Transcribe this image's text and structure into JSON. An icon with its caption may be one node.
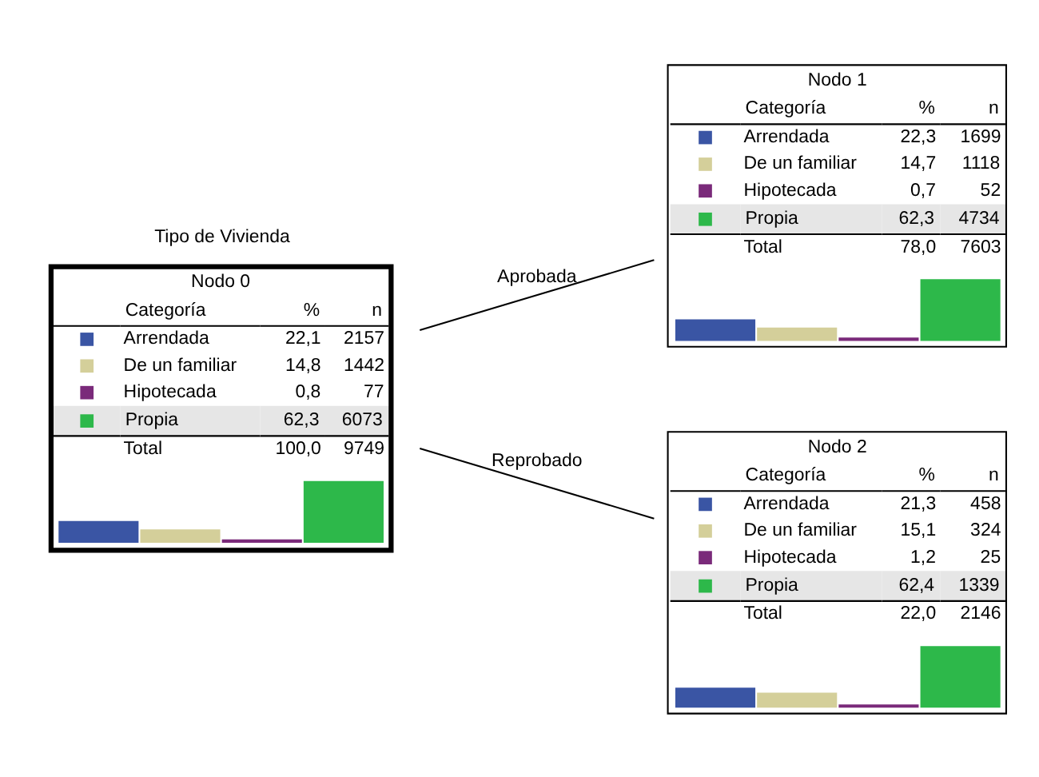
{
  "diagram": {
    "nodes": [
      {
        "text": [
          "Nodo 0",
          "Categoría",
          "%",
          "n",
          "Arrendada",
          "22,1",
          "2157",
          "De un familiar",
          "14,8",
          "1442",
          "Hipotecada",
          "0,8",
          "77",
          "Propia",
          "62,3",
          "6073",
          "Total",
          "100,0",
          "9749"
        ],
        "beside": [
          "Tipo de Vivienda"
        ]
      },
      {
        "text": [
          "Nodo 1",
          "Categoría",
          "%",
          "n",
          "Arrendada",
          "22,3",
          "1699",
          "De un familiar",
          "14,7",
          "1118",
          "Hipotecada",
          "0,7",
          "52",
          "Propia",
          "62,3",
          "4734",
          "Total",
          "78,0",
          "7603"
        ]
      },
      {
        "text": [
          "Nodo 2",
          "Categoría",
          "%",
          "n",
          "Arrendada",
          "21,3",
          "458",
          "De un familiar",
          "15,1",
          "324",
          "Hipotecada",
          "1,2",
          "25",
          "Propia",
          "62,4",
          "1339",
          "Total",
          "22,0",
          "2146"
        ]
      }
    ],
    "edges": [
      {
        "from": 0,
        "to": 1,
        "arrow": "none",
        "label": "Aprobada"
      },
      {
        "from": 0,
        "to": 2,
        "arrow": "none",
        "label": "Reprobado"
      }
    ]
  }
}
